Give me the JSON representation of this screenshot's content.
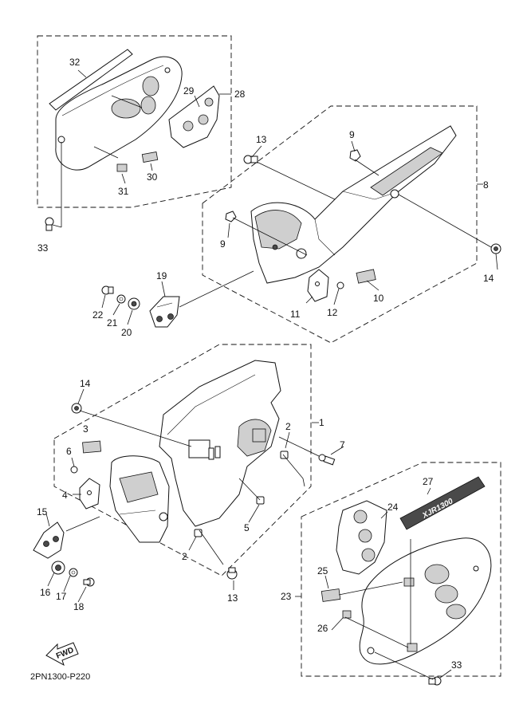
{
  "diagram_code": "2PN1300-P220",
  "fwd_label": "FWD",
  "nameplate_text": "XJR1300",
  "callouts": [
    {
      "id": "c32a",
      "text": "32"
    },
    {
      "id": "c29",
      "text": "29"
    },
    {
      "id": "c28",
      "text": "28"
    },
    {
      "id": "c30",
      "text": "30"
    },
    {
      "id": "c31",
      "text": "31"
    },
    {
      "id": "c33a",
      "text": "33"
    },
    {
      "id": "c13a",
      "text": "13"
    },
    {
      "id": "c9a",
      "text": "9"
    },
    {
      "id": "c8",
      "text": "8"
    },
    {
      "id": "c9b",
      "text": "9"
    },
    {
      "id": "c14a",
      "text": "14"
    },
    {
      "id": "c19",
      "text": "19"
    },
    {
      "id": "c22",
      "text": "22"
    },
    {
      "id": "c21",
      "text": "21"
    },
    {
      "id": "c20",
      "text": "20"
    },
    {
      "id": "c11",
      "text": "11"
    },
    {
      "id": "c12",
      "text": "12"
    },
    {
      "id": "c10",
      "text": "10"
    },
    {
      "id": "c14b",
      "text": "14"
    },
    {
      "id": "c1",
      "text": "1"
    },
    {
      "id": "c2a",
      "text": "2"
    },
    {
      "id": "c3",
      "text": "3"
    },
    {
      "id": "c7",
      "text": "7"
    },
    {
      "id": "c6",
      "text": "6"
    },
    {
      "id": "c4",
      "text": "4"
    },
    {
      "id": "c27",
      "text": "27"
    },
    {
      "id": "c15",
      "text": "15"
    },
    {
      "id": "c24",
      "text": "24"
    },
    {
      "id": "c5",
      "text": "5"
    },
    {
      "id": "c2b",
      "text": "2"
    },
    {
      "id": "c16",
      "text": "16"
    },
    {
      "id": "c17",
      "text": "17"
    },
    {
      "id": "c18",
      "text": "18"
    },
    {
      "id": "c13b",
      "text": "13"
    },
    {
      "id": "c25",
      "text": "25"
    },
    {
      "id": "c23",
      "text": "23"
    },
    {
      "id": "c26",
      "text": "26"
    },
    {
      "id": "c33b",
      "text": "33"
    }
  ]
}
